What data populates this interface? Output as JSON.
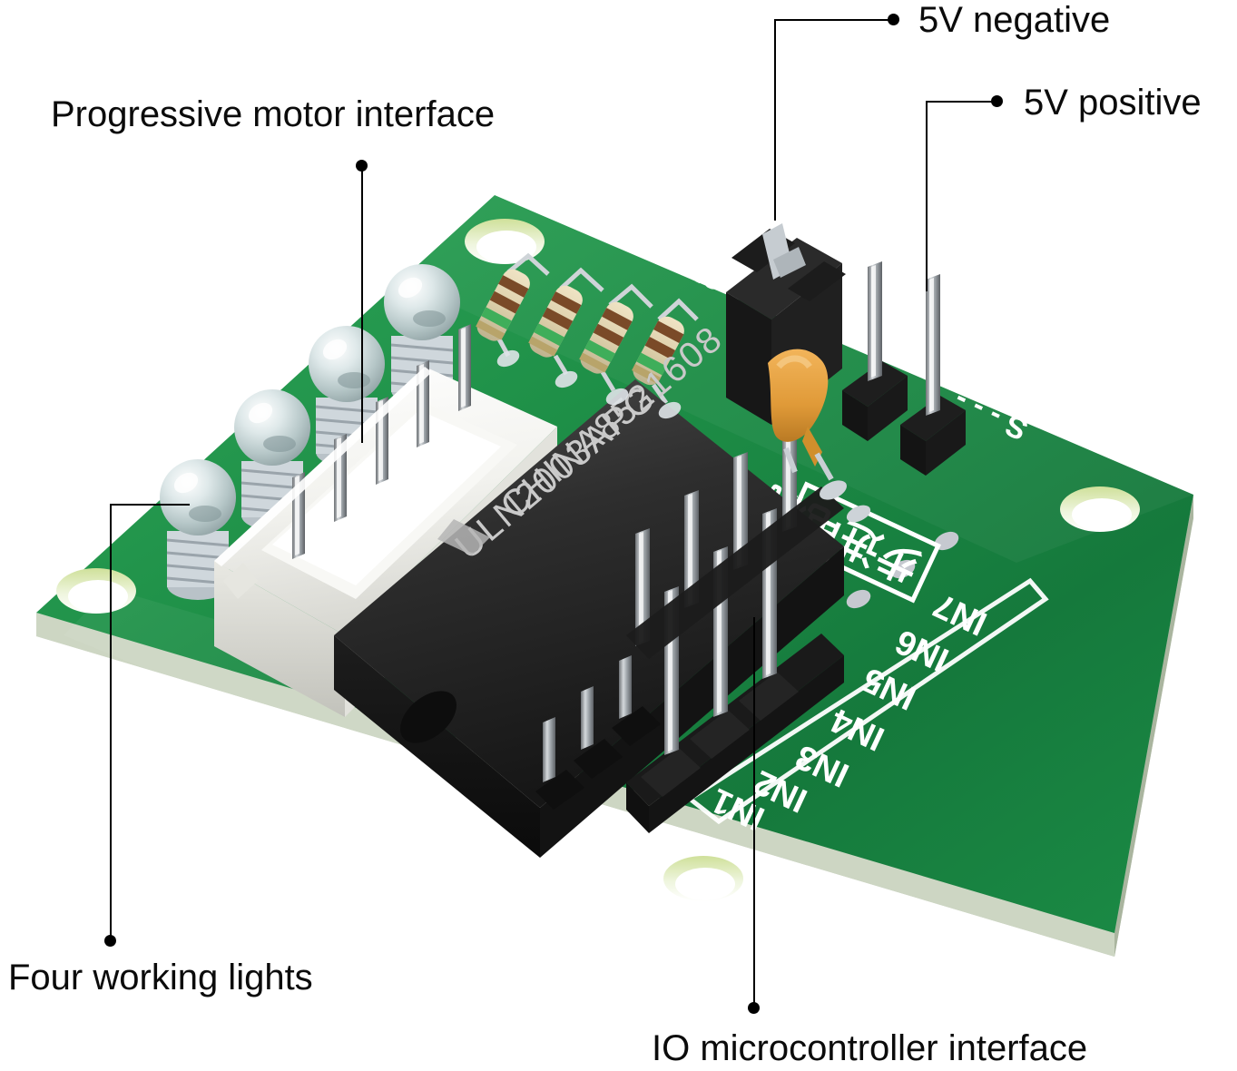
{
  "image": {
    "subject": "ULN2003 stepper motor driver board with annotation callouts",
    "background_color": "#ffffff"
  },
  "callouts": [
    {
      "id": "progressive-motor-interface",
      "label": "Progressive motor interface",
      "points_to": "white 5-pin motor connector"
    },
    {
      "id": "five-volt-negative",
      "label": "5V negative",
      "points_to": "black jumper block"
    },
    {
      "id": "five-volt-positive",
      "label": "5V positive",
      "points_to": "tall right header pin"
    },
    {
      "id": "four-working-lights",
      "label": "Four working lights",
      "points_to": "row of four clear LEDs"
    },
    {
      "id": "io-microcontroller-interface",
      "label": "IO microcontroller interface",
      "points_to": "IN1-IN7 pin header"
    }
  ],
  "board": {
    "pcb_color": "#1f8f46",
    "pcb_color_dark": "#12713a",
    "pcb_edge_color": "#d7ded0",
    "silkscreen_color": "#ffffff",
    "chip": {
      "line1": "CHINA8521608",
      "line2": "ULN2003APG",
      "body_color": "#2b2b2b"
    },
    "silkscreen_pin_labels": [
      "IN1",
      "IN2",
      "IN3",
      "IN4",
      "IN5",
      "IN6",
      "IN7"
    ],
    "silkscreen_chinese": "步进电机",
    "silkscreen_code_top": "8LL6",
    "silkscreen_code_right": "S---",
    "led_count": 4,
    "resistor_count": 4,
    "mounting_hole_count": 4,
    "connector_color": "#f5f5f2"
  }
}
